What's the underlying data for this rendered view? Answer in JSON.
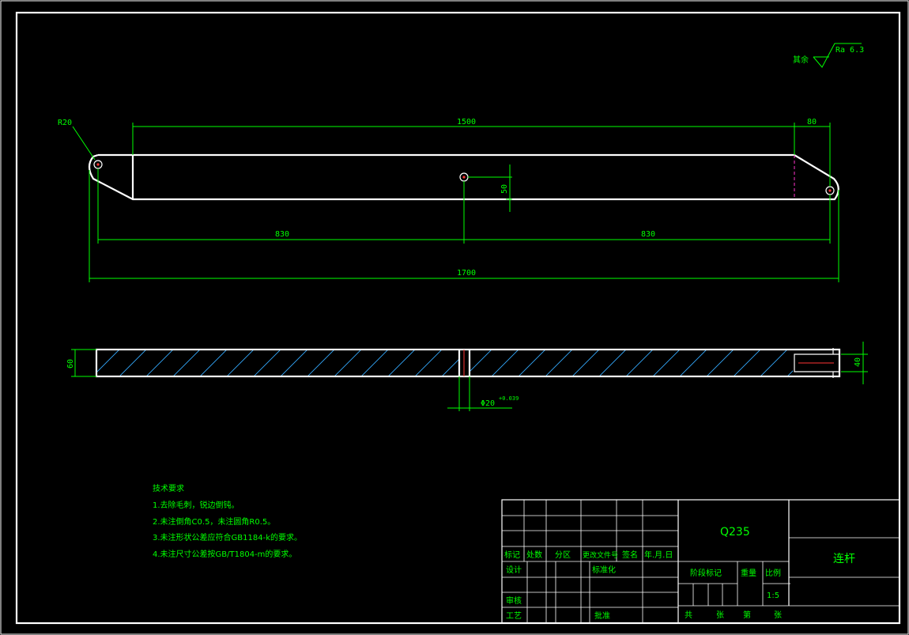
{
  "surface_roughness": {
    "prefix": "其余",
    "value": "Ra 6.3"
  },
  "dimensions": {
    "radius": "R20",
    "length_1500": "1500",
    "length_80": "80",
    "offset_50": "50",
    "half_left": "830",
    "half_right": "830",
    "overall": "1700",
    "thickness": "60",
    "slot_width": "40",
    "hole_dia": "Φ20",
    "hole_tol": "+0.039"
  },
  "notes": {
    "title": "技术要求",
    "items": [
      "1.去除毛刺，锐边倒钝。",
      "2.未注倒角C0.5，未注圆角R0.5。",
      "3.未注形状公差应符合GB1184-k的要求。",
      "4.未注尺寸公差按GB/T1804-m的要求。"
    ]
  },
  "title_block": {
    "material": "Q235",
    "part_name": "连杆",
    "rev_headers": [
      "标记",
      "处数",
      "分区",
      "更改文件号",
      "签名",
      "年.月.日"
    ],
    "design": "设计",
    "standardization": "标准化",
    "review": "审核",
    "process": "工艺",
    "approve": "批准",
    "stage_mark": "阶段标记",
    "weight": "重量",
    "scale_label": "比例",
    "scale_value": "1:5",
    "sheet_total": "共",
    "sheet_unit1": "张",
    "sheet_of": "第",
    "sheet_unit2": "张"
  }
}
